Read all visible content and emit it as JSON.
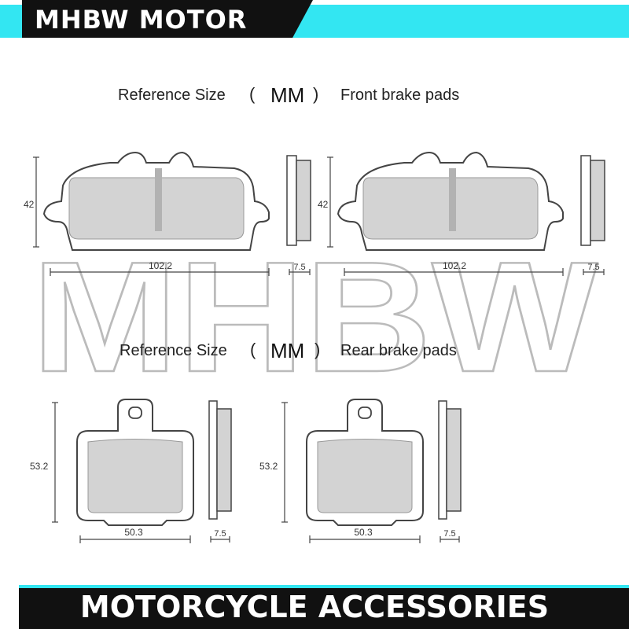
{
  "header": {
    "brand": "MHBW MOTOR"
  },
  "footer": {
    "tagline": "MOTORCYCLE ACCESSORIES"
  },
  "watermark": {
    "text": "MHBW"
  },
  "front_section": {
    "prefix": "Reference Size",
    "unit": "MM",
    "open_paren": "(",
    "close_paren": ")",
    "label": "Front brake pads",
    "pad_left": {
      "height_dim": "42",
      "width_dim": "102.2",
      "thickness_dim": "7.5"
    },
    "pad_right": {
      "height_dim": "42",
      "width_dim": "102.2",
      "thickness_dim": "7.5"
    }
  },
  "rear_section": {
    "prefix": "Reference Size",
    "unit": "MM",
    "open_paren": "(",
    "close_paren": ")",
    "label": "Rear brake pads",
    "pad_left": {
      "height_dim": "53.2",
      "width_dim": "50.3",
      "thickness_dim": "7.5"
    },
    "pad_right": {
      "height_dim": "53.2",
      "width_dim": "50.3",
      "thickness_dim": "7.5"
    }
  },
  "colors": {
    "accent": "#33e6f2",
    "banner": "#111111",
    "pad_fill": "#d3d3d3",
    "outline": "#444444",
    "watermark_stroke": "#bbbbbb"
  }
}
